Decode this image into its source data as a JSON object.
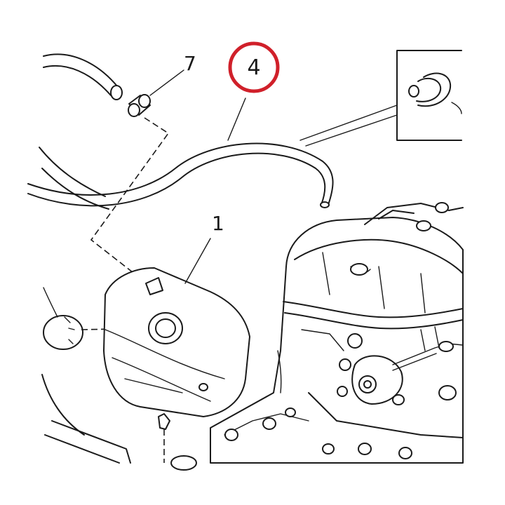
{
  "callouts": {
    "part_1": "1",
    "part_4": "4",
    "part_7": "7"
  },
  "highlight": {
    "callout": "4",
    "ring_color": "#d0202a"
  },
  "icons": {
    "detail_inset": "clip-detail-icon",
    "cap": "cap-icon",
    "reservoir": "expansion-tank-icon",
    "engine": "engine-icon",
    "hose": "hose-icon",
    "sleeve": "sleeve-icon"
  }
}
